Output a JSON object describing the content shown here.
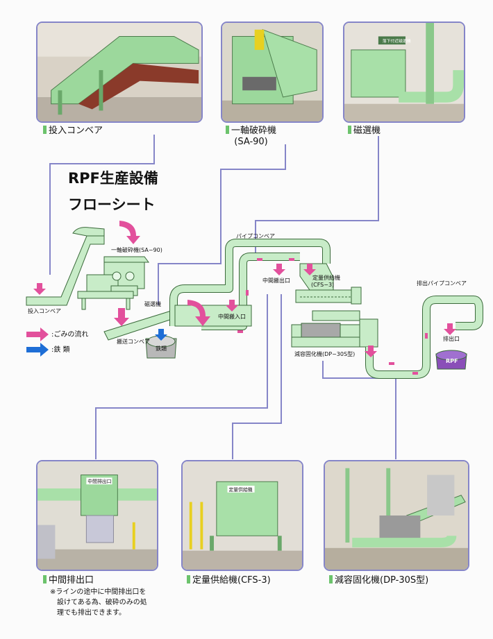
{
  "title_line1": "RPF生産設備",
  "title_line2": "フローシート",
  "photos": {
    "infeed_conveyor": "投入コンベア",
    "shredder": "一軸破砕機",
    "shredder_model": "(SA-90)",
    "magnetic_separator": "磁選機",
    "intermediate_outlet": "中間排出口",
    "feeder": "定量供給機(CFS-3)",
    "solidifier": "減容固化機(DP-30S型)"
  },
  "photo_signs": {
    "intermediate_outlet": "中間排出口",
    "feeder": "定量供給機",
    "magnetic": "落下付近磁選機"
  },
  "note": [
    "※ラインの途中に中間排出口を",
    "設けてある為、破砕のみの処",
    "理でも排出できます。"
  ],
  "diagram_labels": {
    "shredder": "一軸破砕機(SA−90)",
    "infeed": "投入コンベア",
    "transport": "搬送コンベア",
    "magnet": "磁選機",
    "iron": "鉄類",
    "pipe_conveyor": "パイプコンベア",
    "mid_carry": "中間搬出口",
    "mid_carry_in": "中間搬入口",
    "feeder": "定量供給機",
    "feeder_model": "(CFS−3)",
    "solidifier": "減容固化機(DP−30S型)",
    "discharge_pipe": "排出パイプコンベア",
    "outlet": "排出口",
    "rpf": "RPF"
  },
  "legend": {
    "waste_flow": ":ごみの流れ",
    "iron_flow": ":鉄 類"
  },
  "colors": {
    "photo_border": "#8585c8",
    "connector": "#8585c8",
    "machine": "#c8ecc8",
    "machine_stroke": "#3a6a3a",
    "waste_arrow": "#e2509c",
    "iron_arrow": "#1e6ed6",
    "caption_bar": "#6cc36c"
  }
}
